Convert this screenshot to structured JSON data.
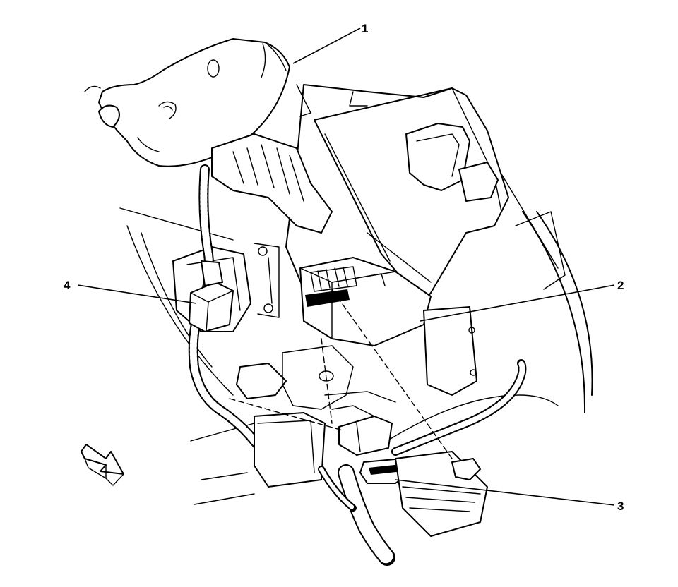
{
  "callouts": [
    {
      "id": "1",
      "label": "1"
    },
    {
      "id": "2",
      "label": "2"
    },
    {
      "id": "3",
      "label": "3"
    },
    {
      "id": "4",
      "label": "4"
    }
  ],
  "colors": {
    "stroke": "#000000",
    "background": "#ffffff"
  },
  "icons": {
    "direction_arrow": "arrow-forward-icon"
  }
}
